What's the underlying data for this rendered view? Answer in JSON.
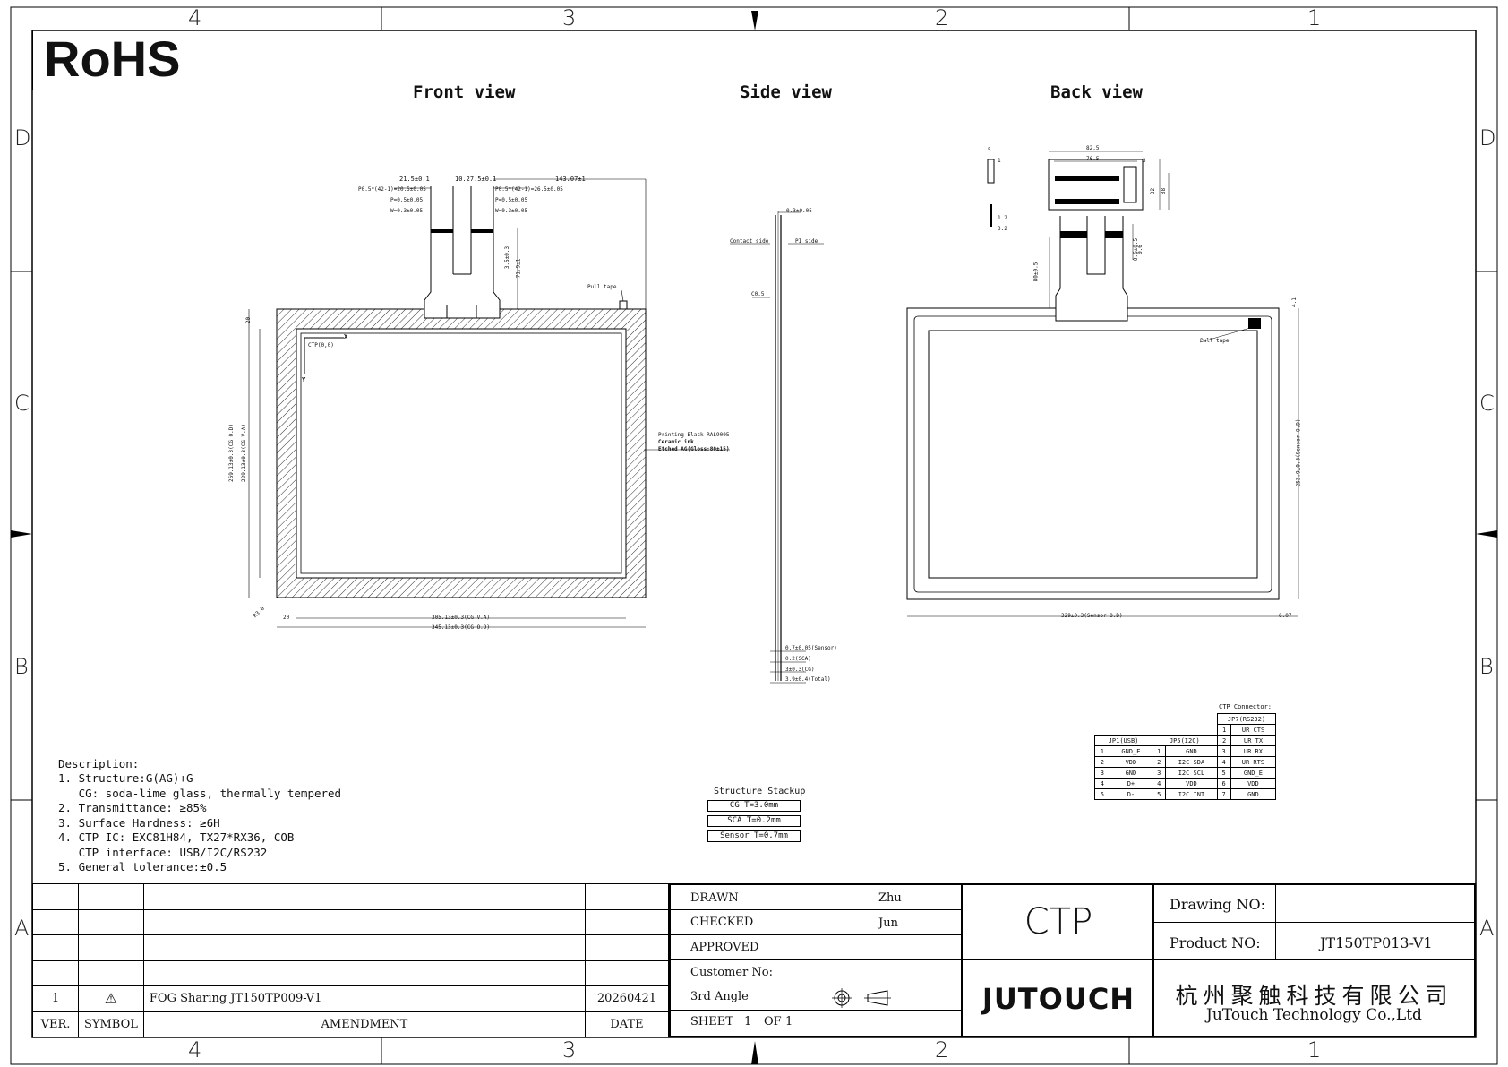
{
  "zones": {
    "top": [
      "4",
      "3",
      "2",
      "1"
    ],
    "bottom": [
      "4",
      "3",
      "2",
      "1"
    ],
    "left": [
      "D",
      "C",
      "B",
      "A"
    ],
    "right": [
      "D",
      "C",
      "B",
      "A"
    ]
  },
  "rohs": "RoHS",
  "views": {
    "front": "Front view",
    "side": "Side view",
    "back": "Back view"
  },
  "front_dims": {
    "d1": "21.5±0.1",
    "d2": "10.27.5±0.1",
    "d3": "143.07±1",
    "pitch_left": "P0.5*(42-1)=20.5±0.05",
    "pitch_right": "P0.5*(42-1)=26.5±0.05",
    "p_left": "P=0.5±0.05",
    "w_left": "W=0.3±0.05",
    "p_right": "P=0.5±0.05",
    "w_right": "W=0.3±0.05",
    "tail1": "3.5±0.3",
    "tail2": "71.9±1",
    "pull_tape": "Pull tape",
    "origin": "CTP(0,0)",
    "axis_x": "X",
    "axis_y": "Y",
    "left_border": "20",
    "height_og": "269.13±0.3(CG O.D)",
    "height_va": "229.13±0.3(CG V.A)",
    "bottom_border": "20",
    "r_corner": "R3.0",
    "width_va": "305.13±0.3(CG V.A)",
    "width_od": "345.13±0.3(CG O.D)",
    "printing1": "Printing Black RAL9005",
    "printing2": "Ceramic ink",
    "printing3": "Etched AG(Gloss:80±15)"
  },
  "side_dims": {
    "top": "0.3±0.05",
    "contact": "Contact side",
    "pi": "PI side",
    "c": "C0.5",
    "sensor": "0.7±0.05(Sensor)",
    "sca": "0.2(SCA)",
    "cg": "3±0.3(CG)",
    "total": "3.9±0.4(Total)"
  },
  "back_dims": {
    "w1": "82.5",
    "w2": "76.5",
    "h1": "3",
    "h2": "32",
    "h3": "38",
    "s1": "5",
    "s2": "1",
    "s3": "1.2",
    "s4": "3.2",
    "tail": "80±0.5",
    "tail2": "0.6±0.5",
    "tail3": "0.6",
    "top": "4.1",
    "pull": "Pull tape",
    "sensor_h": "253.9±0.3(Sensor O.D)",
    "sensor_w": "329±0.3(Sensor O.D)",
    "right": "6.07"
  },
  "description": [
    "Description:",
    "1. Structure:G(AG)+G",
    "   CG: soda-lime glass, thermally tempered",
    "2. Transmittance: ≥85%",
    "3. Surface Hardness: ≥6H",
    "4. CTP IC: EXC81H84, TX27*RX36, COB",
    "   CTP interface: USB/I2C/RS232",
    "5. General tolerance:±0.5"
  ],
  "stackup": {
    "title": "Structure Stackup",
    "layers": [
      "CG T=3.0mm",
      "SCA T=0.2mm",
      "Sensor T=0.7mm"
    ]
  },
  "connector": {
    "title": "CTP Connector:",
    "jp7_header": "JP7(RS232)",
    "jp1_header": "JP1(USB)",
    "jp5_header": "JP5(I2C)",
    "jp7_pre": [
      [
        "1",
        "UR CTS"
      ],
      [
        "2",
        "UR TX"
      ]
    ],
    "rows": [
      [
        "1",
        "GND_E",
        "1",
        "GND",
        "3",
        "UR RX"
      ],
      [
        "2",
        "VDD",
        "2",
        "I2C SDA",
        "4",
        "UR RTS"
      ],
      [
        "3",
        "GND",
        "3",
        "I2C SCL",
        "5",
        "GND_E"
      ],
      [
        "4",
        "D+",
        "4",
        "VDD",
        "6",
        "VDD"
      ],
      [
        "5",
        "D-",
        "5",
        "I2C INT",
        "7",
        "GND"
      ]
    ]
  },
  "revisions": {
    "ver": "1",
    "symbol": "⚠",
    "amendment": "FOG Sharing JT150TP009-V1",
    "date": "20260421",
    "head_ver": "VER.",
    "head_symbol": "SYMBOL",
    "head_amendment": "AMENDMENT",
    "head_date": "DATE"
  },
  "title_block": {
    "drawn_label": "DRAWN",
    "drawn": "Zhu",
    "checked_label": "CHECKED",
    "checked": "Jun",
    "approved_label": "APPROVED",
    "customer_label": "Customer No:",
    "angle_label": "3rd Angle",
    "sheet_label": "SHEET",
    "sheet": "1",
    "of_label": "OF",
    "of": "1",
    "ctp": "CTP",
    "logo": "JUTOUCH",
    "drawing_no_label": "Drawing NO:",
    "drawing_no": "",
    "product_no_label": "Product NO:",
    "product_no": "JT150TP013-V1",
    "company_cn": "杭州聚触科技有限公司",
    "company_en": "JuTouch Technology Co.,Ltd"
  }
}
